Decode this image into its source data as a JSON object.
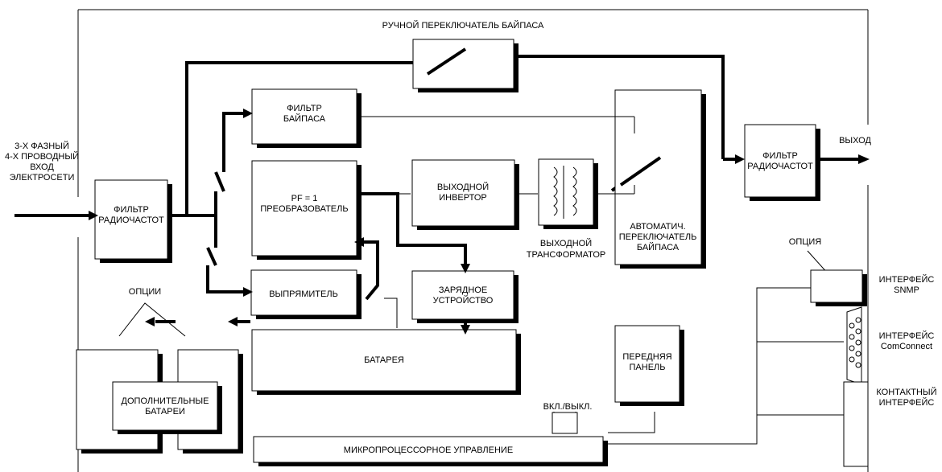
{
  "labels": {
    "input": [
      "3-Х ФАЗНЫЙ",
      "4-Х ПРОВОДНЫЙ",
      "ВХОД",
      "ЭЛЕКТРОСЕТИ"
    ],
    "manual_bypass": "РУЧНОЙ ПЕРЕКЛЮЧАТЕЛЬ БАЙПАСА",
    "rf_filter_in": [
      "ФИЛЬТР",
      "РАДИОЧАСТОТ"
    ],
    "bypass_filter": [
      "ФИЛЬТР",
      "БАЙПАСА"
    ],
    "converter": [
      "PF = 1",
      "ПРЕОБРАЗОВАТЕЛЬ"
    ],
    "rectifier": "ВЫПРЯМИТЕЛЬ",
    "inverter": [
      "ВЫХОДНОЙ",
      "ИНВЕРТОР"
    ],
    "transformer": [
      "ВЫХОДНОЙ",
      "ТРАНСФОРМАТОР"
    ],
    "auto_bypass": [
      "АВТОМАТИЧ.",
      "ПЕРЕКЛЮЧАТЕЛЬ",
      "БАЙПАСА"
    ],
    "rf_filter_out": [
      "ФИЛЬТР",
      "РАДИОЧАСТОТ"
    ],
    "output": "ВЫХОД",
    "charger": [
      "ЗАРЯДНОЕ",
      "УСТРОЙСТВО"
    ],
    "battery": "БАТАРЕЯ",
    "options": "ОПЦИИ",
    "extra_batteries": [
      "ДОПОЛНИТЕЛЬНЫЕ",
      "БАТАРЕИ"
    ],
    "front_panel": [
      "ПЕРЕДНЯЯ",
      "ПАНЕЛЬ"
    ],
    "on_off": "ВКЛ./ВЫКЛ.",
    "microprocessor": "МИКРОПРОЦЕССОРНОЕ УПРАВЛЕНИЕ",
    "option": "ОПЦИЯ",
    "snmp": [
      "ИНТЕРФЕЙС",
      "SNMP"
    ],
    "comconnect": [
      "ИНТЕРФЕЙС",
      "ComConnect"
    ],
    "contact": [
      "КОНТАКТНЫЙ",
      "ИНТЕРФЕЙС"
    ]
  }
}
